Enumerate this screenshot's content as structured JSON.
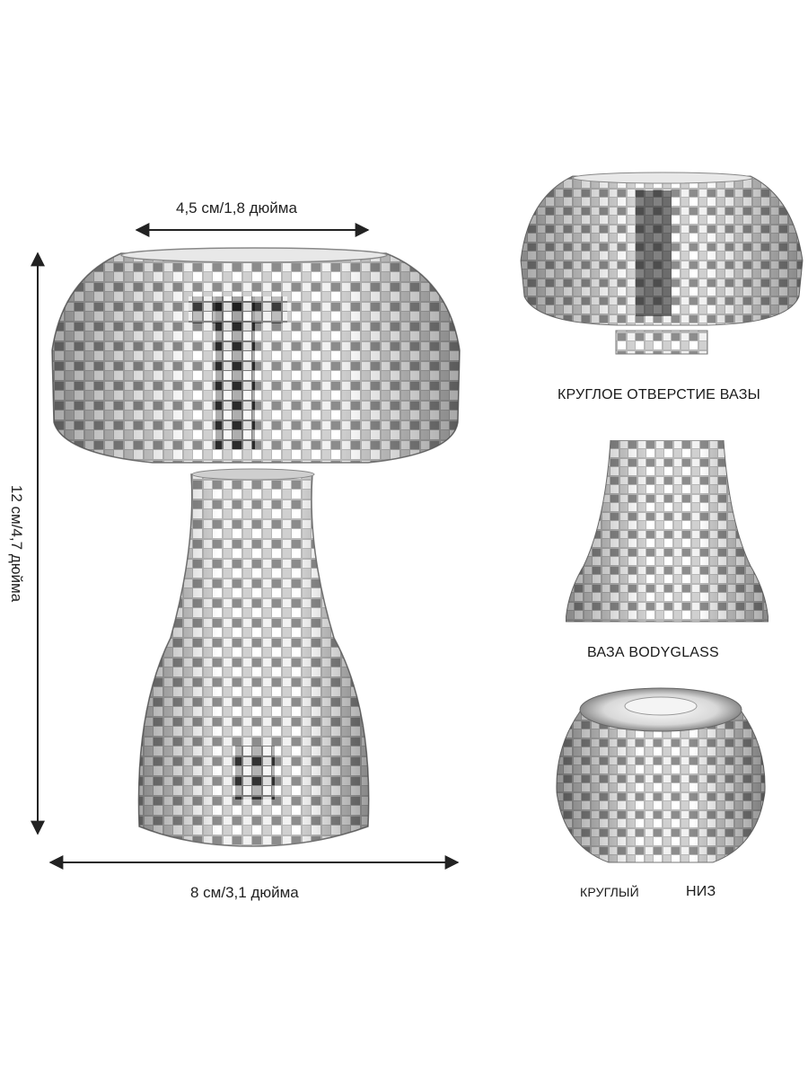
{
  "dimensions": {
    "top_width": "4,5 см/1,8 дюйма",
    "height": "12 см/4,7 дюйма",
    "bottom_width": "8 см/3,1 дюйма"
  },
  "details": {
    "top_caption": "КРУГЛОЕ ОТВЕРСТИЕ ВАЗЫ",
    "middle_caption": "ВАЗА BODYGLASS",
    "bottom_caption_left": "КРУГЛЫЙ",
    "bottom_caption_right": "НИЗ"
  },
  "colors": {
    "mirror_light": "#e6e6e6",
    "mirror_mid": "#9a9a9a",
    "mirror_dark": "#1a1a1a",
    "line": "#222222"
  }
}
